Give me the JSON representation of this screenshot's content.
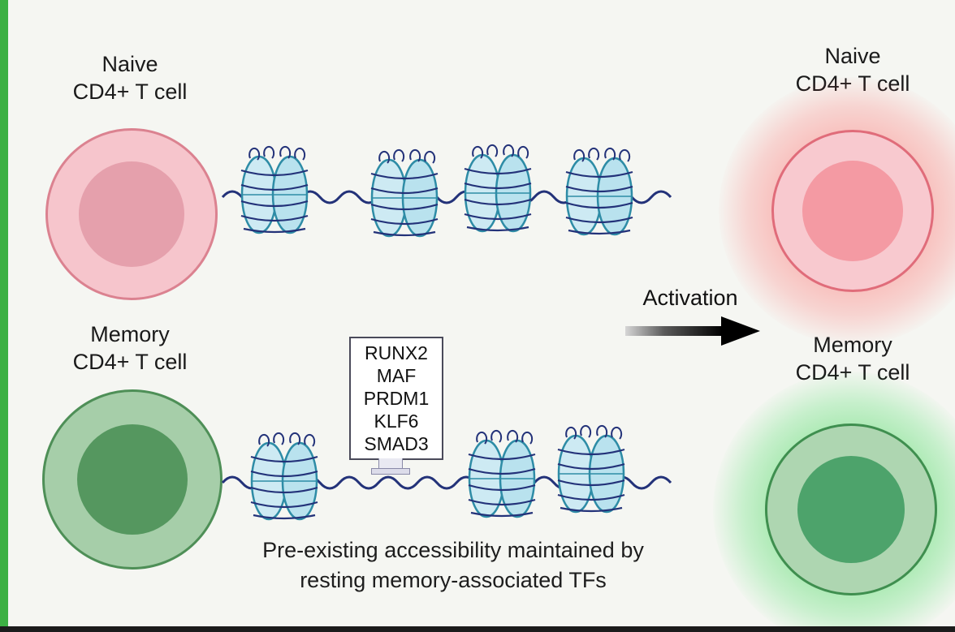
{
  "left_panel": {
    "naive_label": {
      "line1": "Naive",
      "line2": "CD4+ T cell"
    },
    "memory_label": {
      "line1": "Memory",
      "line2": "CD4+ T cell"
    }
  },
  "right_panel": {
    "activation_label": "Activation",
    "naive_label": {
      "line1": "Naive",
      "line2": "CD4+ T cell"
    },
    "memory_label": {
      "line1": "Memory",
      "line2": "CD4+ T cell"
    }
  },
  "tf_box": {
    "items": [
      "RUNX2",
      "MAF",
      "PRDM1",
      "KLF6",
      "SMAD3"
    ]
  },
  "caption": {
    "line1": "Pre-existing accessibility maintained by",
    "line2": "resting memory-associated TFs"
  },
  "colors": {
    "edge_green": "#3cb043",
    "naive_cell": "#f6c5cc",
    "naive_nucleus": "#e5a0ac",
    "naive_border": "#db8290",
    "memory_cell": "#a6cea9",
    "memory_nucleus": "#55975f",
    "memory_border": "#4e8f57",
    "activated_naive_glow": "#ff4646",
    "activated_memory_glow": "#2ed246",
    "nucleosome_fill": "#c9e9f2",
    "nucleosome_stroke": "#2e8ca6",
    "dna_strand": "#233279"
  }
}
